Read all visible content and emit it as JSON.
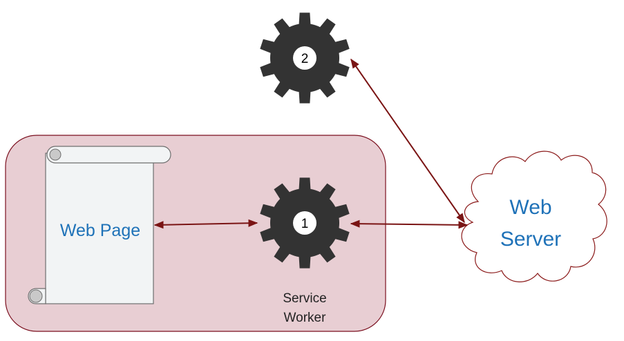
{
  "web_page": {
    "label": "Web Page"
  },
  "service_worker": {
    "label_line1": "Service",
    "label_line2": "Worker"
  },
  "gear_1": {
    "number": "1"
  },
  "gear_2": {
    "number": "2"
  },
  "web_server": {
    "label_line1": "Web",
    "label_line2": "Server"
  },
  "colors": {
    "sw_box_fill": "#e8ced3",
    "sw_box_stroke": "#7a0f1e",
    "arrow": "#7a1414",
    "gear": "#333333",
    "page_fill": "#f2f4f5",
    "text_blue": "#1f72b8",
    "cloud_stroke": "#8b1a1a"
  }
}
